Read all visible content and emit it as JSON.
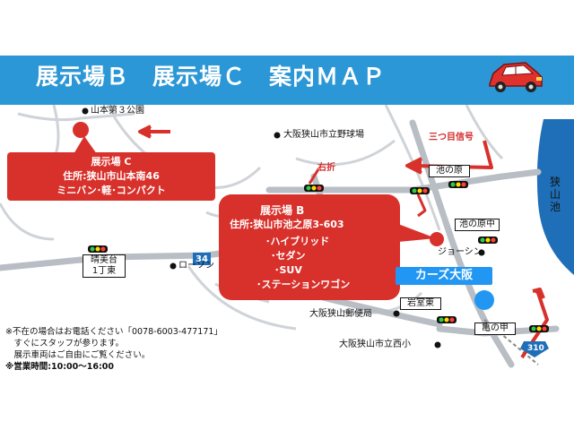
{
  "title": "展示場Ｂ　展示場Ｃ　案内ＭＡＰ",
  "colors": {
    "banner": "#2b97d6",
    "callout": "#d8312b",
    "lake": "#1f6fb8",
    "road": "#cfd3d8",
    "store_dot": "#2196f3"
  },
  "icons": [
    "car-icon",
    "traffic-light-icon",
    "route-arrow-icon",
    "landmark-dot-icon"
  ],
  "landmarks": {
    "park": "山本第３公園",
    "stadium": "大阪狭山市立野球場",
    "lawson": "ローソン",
    "post_office": "大阪狭山郵便局",
    "school": "大阪狭山市立西小",
    "joshin": "ジョーシン",
    "lake": "狭山池"
  },
  "intersections": {
    "harumidai": "晴美台\n1丁東",
    "ikenohara": "池の原",
    "ikenohara_naka": "池の原中",
    "iwamuro_higashi": "岩室東",
    "kamenoko": "亀の甲"
  },
  "signs": {
    "mitsume": "三つ目信号",
    "right_turn": "右折"
  },
  "routes": {
    "r34": "34",
    "r310": "310"
  },
  "showroom_c": {
    "name": "展示場 C",
    "address": "住所:狭山市山本南46",
    "desc": "ミニバン･軽･コンパクト"
  },
  "showroom_b": {
    "name": "展示場 B",
    "address": "住所:狭山市池之原3-603",
    "items": [
      "･ハイブリッド",
      "･セダン",
      "･SUV",
      "･ステーションワゴン"
    ]
  },
  "store": "カーズ大阪",
  "notes": [
    "※不在の場合はお電話ください「0078-6003-477171」",
    "　すぐにスタッフが参ります。",
    "　展示車両はご自由にご覧ください。",
    "※営業時間:10:00〜16:00"
  ]
}
